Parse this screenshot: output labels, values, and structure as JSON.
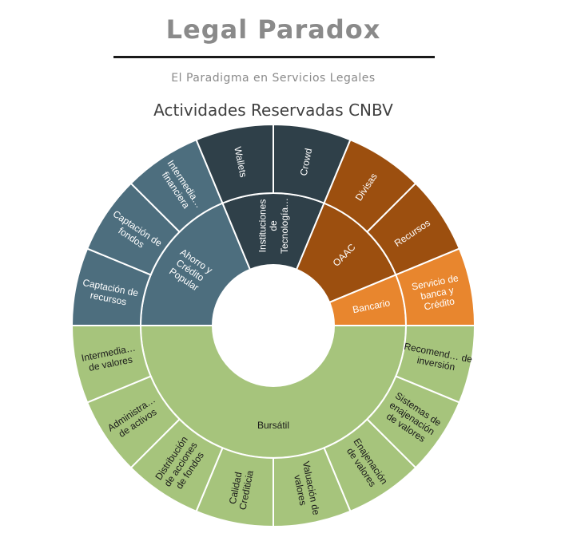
{
  "header": {
    "title": "Legal Paradox",
    "subtitle": "El Paradigma en Servicios Legales"
  },
  "chart_data": {
    "type": "sunburst",
    "title": "Actividades Reservadas CNBV",
    "colors": {
      "green": "#a6c47c",
      "orange": "#e8862e",
      "brown": "#9c4f0f",
      "slate": "#2f4049",
      "teal": "#4d6e7e"
    },
    "groups": [
      {
        "name": "Bursátil",
        "color": "green",
        "children": [
          {
            "name": "Recomend… de inversión",
            "value": 1
          },
          {
            "name": "Sistemas de enajenación de valores",
            "value": 1
          },
          {
            "name": "Enajenación de valores",
            "value": 1
          },
          {
            "name": "Valuación de valores",
            "value": 1
          },
          {
            "name": "Calidad Crediticia",
            "value": 1
          },
          {
            "name": "Distribución de acciones de fondos",
            "value": 1
          },
          {
            "name": "Administra… de activos",
            "value": 1
          },
          {
            "name": "Intermedia… de valores",
            "value": 1
          }
        ]
      },
      {
        "name": "Ahorro y Crédito Popular",
        "color": "teal",
        "children": [
          {
            "name": "Captación de recursos",
            "value": 1
          },
          {
            "name": "Captación de fondos",
            "value": 1
          },
          {
            "name": "Intermedia… financiera",
            "value": 1
          }
        ]
      },
      {
        "name": "Instituciones de Tecnología…",
        "color": "slate",
        "children": [
          {
            "name": "Wallets",
            "value": 1
          },
          {
            "name": "Crowd",
            "value": 1
          }
        ]
      },
      {
        "name": "OAAC",
        "color": "brown",
        "children": [
          {
            "name": "Divisas",
            "value": 1
          },
          {
            "name": "Recursos",
            "value": 1
          }
        ]
      },
      {
        "name": "Bancario",
        "color": "orange",
        "children": [
          {
            "name": "Servicio de banca y Crédito",
            "value": 1
          }
        ]
      }
    ]
  }
}
